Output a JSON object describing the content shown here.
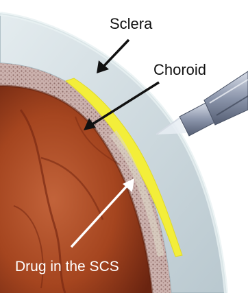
{
  "labels": {
    "sclera": "Sclera",
    "choroid": "Choroid",
    "drug": "Drug in the SCS"
  },
  "colors": {
    "background": "#ffffff",
    "sclera": "#c9d6dc",
    "choroid_texture": "#c8aaa6",
    "drug_layer": "#f3ee3a",
    "retina": "#a5451f",
    "needle": "#7f8aa0",
    "label_text": "#111111",
    "drug_label_text": "#ffffff"
  },
  "icons": {
    "sclera_pointer": "arrow-down-left",
    "choroid_pointer": "arrow-down-left",
    "drug_pointer": "arrow-up-right",
    "injector": "microneedle"
  }
}
